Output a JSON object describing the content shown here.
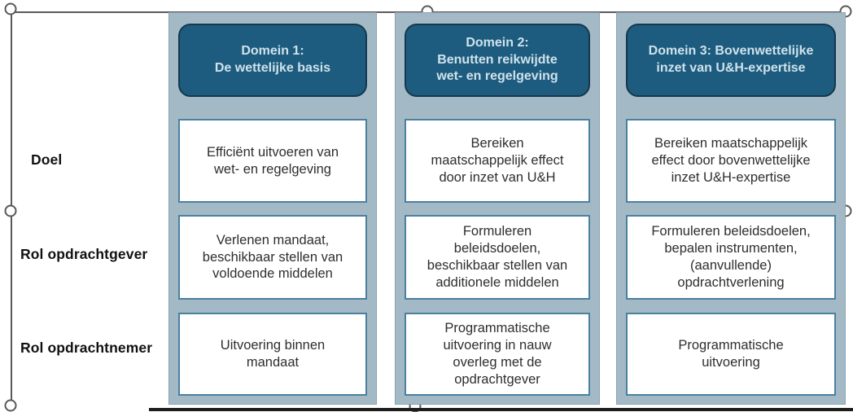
{
  "diagram": {
    "row_labels": {
      "doel": "Doel",
      "opdrachtgever": "Rol opdrachtgever",
      "opdrachtnemer": "Rol opdrachtnemer"
    },
    "columns": [
      {
        "header": "Domein 1:\nDe wettelijke basis",
        "doel": "Efficiënt uitvoeren van\nwet- en regelgeving",
        "opdrachtgever": "Verlenen mandaat,\nbeschikbaar stellen van\nvoldoende middelen",
        "opdrachtnemer": "Uitvoering binnen\nmandaat"
      },
      {
        "header": "Domein 2:\nBenutten reikwijdte\nwet- en regelgeving",
        "doel": "Bereiken\nmaatschappelijk effect\ndoor inzet van U&H",
        "opdrachtgever": "Formuleren\nbeleidsdoelen,\nbeschikbaar stellen van\nadditionele middelen",
        "opdrachtnemer": "Programmatische\nuitvoering in nauw\noverleg met de\nopdrachtgever"
      },
      {
        "header": "Domein 3: Bovenwettelijke\ninzet van U&H-expertise",
        "doel": "Bereiken maatschappelijk\neffect door bovenwettelijke\ninzet U&H-expertise",
        "opdrachtgever": "Formuleren beleidsdoelen,\nbepalen instrumenten,\n(aanvullende)\nopdrachtverlening",
        "opdrachtnemer": "Programmatische\nuitvoering"
      }
    ]
  },
  "colors": {
    "header_fill": "#1d5c7e",
    "header_border": "#16384d",
    "header_text": "#cfe2ec",
    "panel_fill": "#a3b9c6",
    "panel_border": "#8aa3b2",
    "cell_border": "#4a80a0",
    "cell_bg": "#ffffff",
    "cell_text": "#2e2e2e",
    "label_text": "#111111",
    "selection_color": "#595959",
    "bottom_line_color": "#1d1d1d"
  }
}
